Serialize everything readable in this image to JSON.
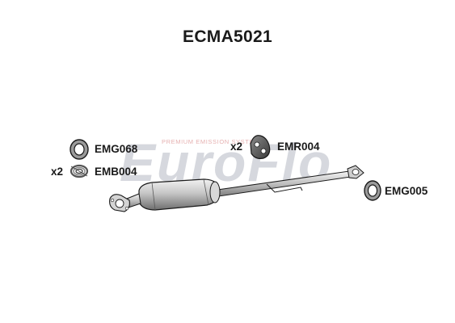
{
  "title": "ECMA5021",
  "watermark": {
    "brand_text": "EuroFlo",
    "tagline": "PREMIUM EMISSION SYSTEMS",
    "colors": {
      "grey": "#c9ccd3",
      "red": "#e6b0b0"
    }
  },
  "parts": [
    {
      "code": "EMG068",
      "qty": "",
      "icon": "gasket-ring-icon"
    },
    {
      "code": "EMB004",
      "qty": "x2",
      "icon": "spring-icon"
    },
    {
      "code": "EMR004",
      "qty": "x2",
      "icon": "rubber-mount-icon"
    },
    {
      "code": "EMG005",
      "qty": "",
      "icon": "gasket-ring-icon"
    }
  ],
  "colors": {
    "ink": "#1a1a1a",
    "metal_light": "#dcdcdc",
    "metal_dark": "#6a6a6a"
  }
}
